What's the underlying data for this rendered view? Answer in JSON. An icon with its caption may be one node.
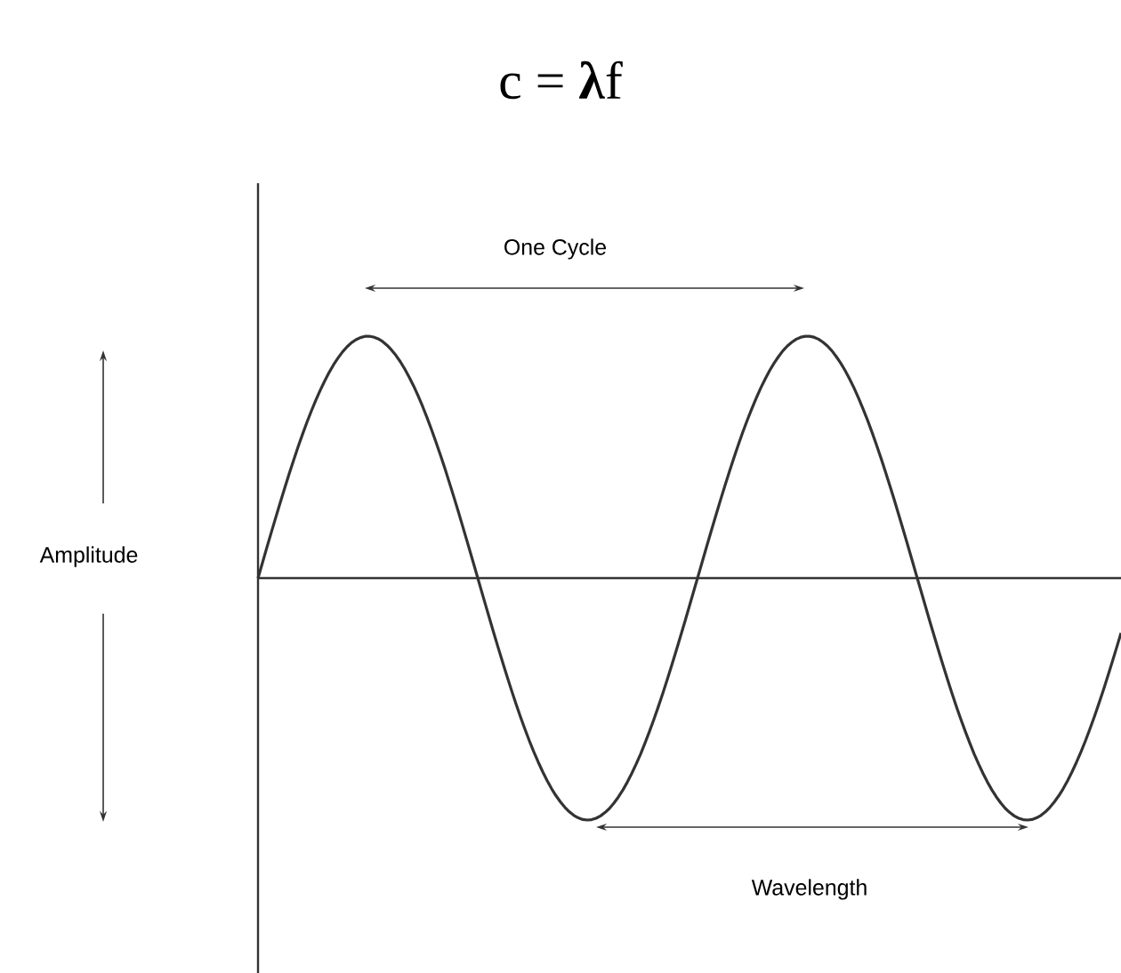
{
  "diagram": {
    "title": "c = **λ**f",
    "labels": [
      "One Cycle",
      "Amplitude",
      "Wavelength"
    ]
  }
}
